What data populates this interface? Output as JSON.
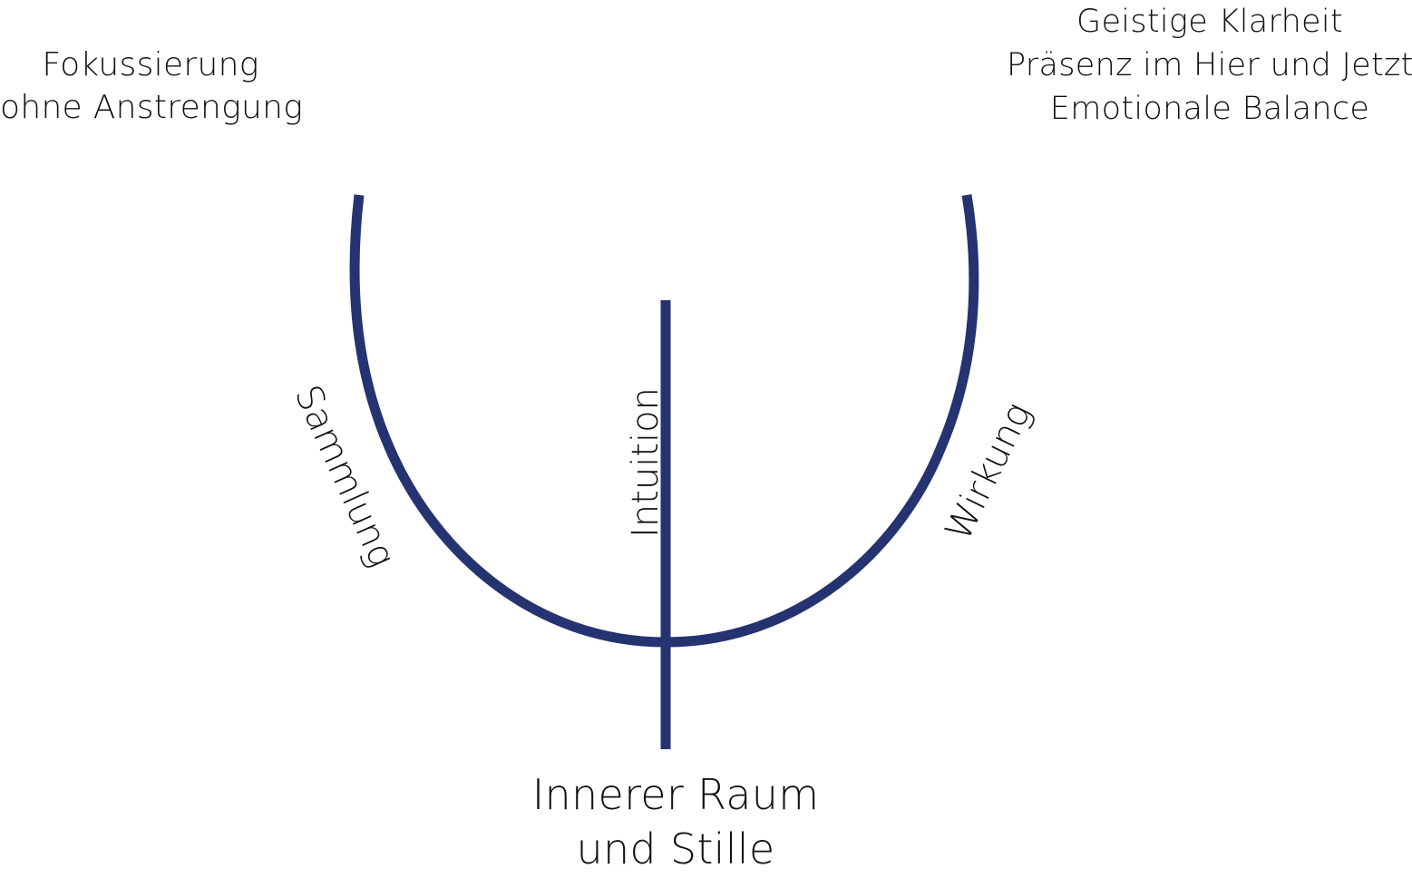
{
  "colors": {
    "line": "#253371",
    "text": "#111111",
    "background": "#ffffff"
  },
  "top_left": {
    "lines": [
      "Fokussierung",
      "ohne Anstrengung"
    ]
  },
  "top_right": {
    "lines": [
      "Geistige Klarheit",
      "Präsenz im Hier und Jetzt",
      "Emotionale Balance"
    ]
  },
  "bottom_center": {
    "lines": [
      "Innerer Raum",
      "und Stille"
    ]
  },
  "labels": {
    "left_arc": "Sammlung",
    "center_line": "Intuition",
    "right_arc": "Wirkung"
  }
}
